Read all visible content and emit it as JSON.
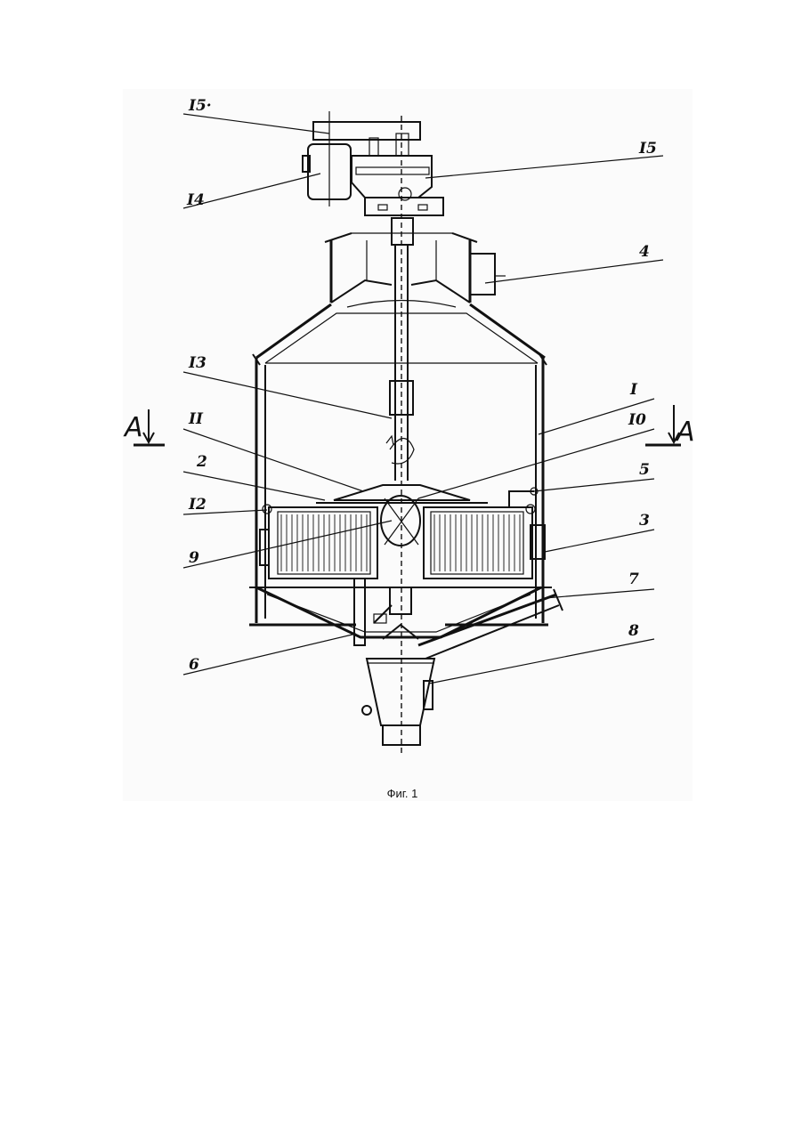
{
  "figure": {
    "caption": "Фиг. 1",
    "section_marks": [
      "A",
      "A"
    ],
    "labels": {
      "l15a": "I5·",
      "l15b": "I5",
      "l14": "I4",
      "l4": "4",
      "l13": "I3",
      "l1": "I",
      "l11": "II",
      "l10": "I0",
      "l2": "2",
      "l5": "5",
      "l12": "I2",
      "l3": "3",
      "l9": "9",
      "l7": "7",
      "l8": "8",
      "l6": "6"
    }
  }
}
